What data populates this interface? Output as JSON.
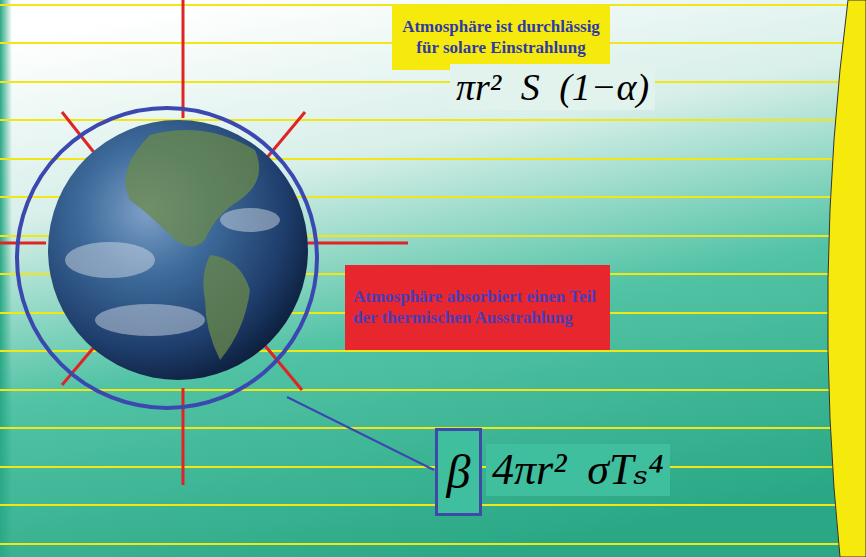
{
  "diagram": {
    "nodes": [
      {
        "text": [
          "Atmosphäre ist durchlässig für solare Einstrahlung"
        ]
      },
      {
        "text": [
          "Atmosphäre absorbiert einen Teil der thermischen Ausstrahlung"
        ]
      },
      {
        "text": [
          "β"
        ]
      }
    ],
    "labels": [
      "πr² S (1−α)",
      "4πr² σTₛ⁴"
    ]
  }
}
